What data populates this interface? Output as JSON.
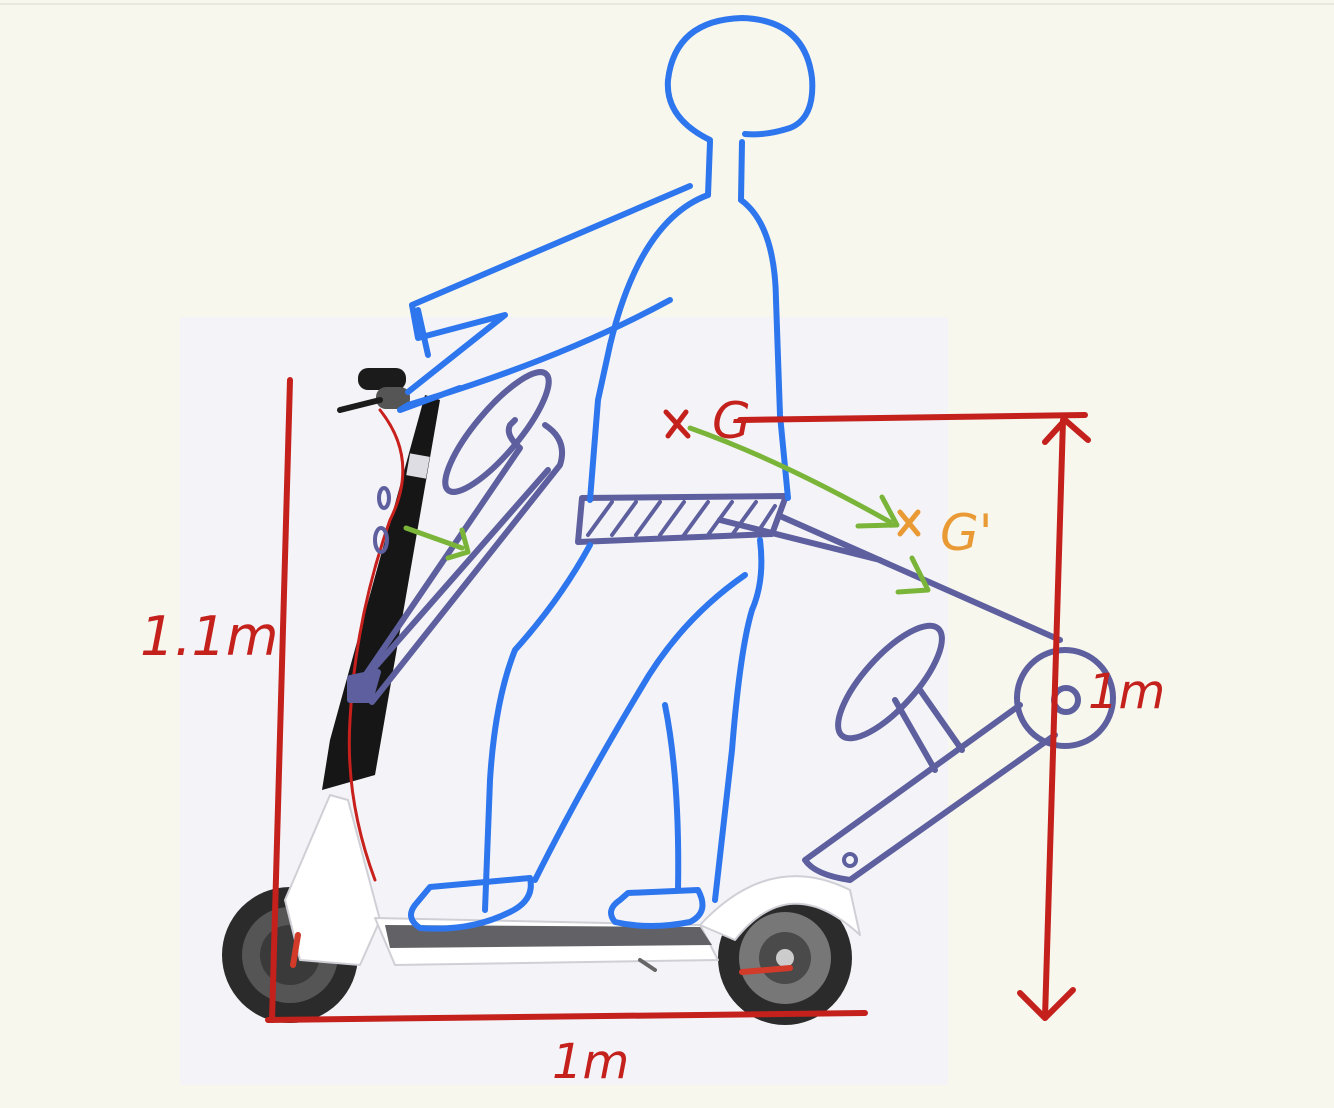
{
  "labels": {
    "height": "1.1m",
    "width": "1m",
    "drop": "1m",
    "cog": "G",
    "cog_shifted": "G'"
  },
  "colors": {
    "background": "#f7f7ee",
    "photo_background": "#f4f4f8",
    "person": "#2e76ee",
    "folded_scooter": "#5d5f9e",
    "dimension": "#c4201c",
    "arrow": "#7ab53a",
    "shifted_label": "#e99a35"
  }
}
